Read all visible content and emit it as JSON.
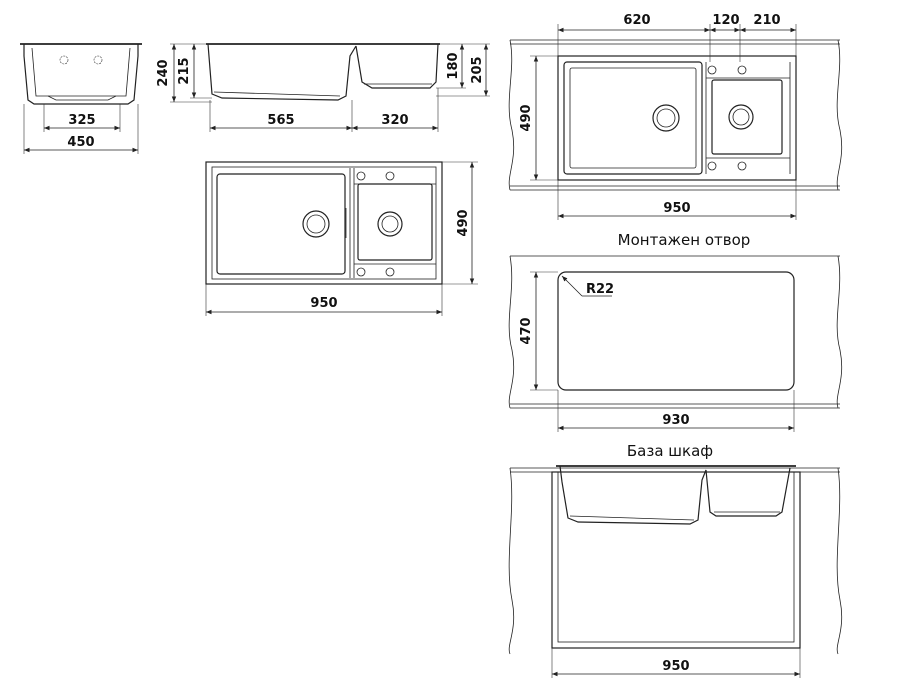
{
  "side_view_small": {
    "width_inner": "325",
    "width_outer": "450"
  },
  "front_view": {
    "h_total_left": "240",
    "h_bowl_left": "215",
    "h_small_right": "180",
    "h_total_right": "205",
    "w_big": "565",
    "w_small": "320"
  },
  "top_view": {
    "width": "950",
    "depth": "490"
  },
  "install_view": {
    "w_big": "620",
    "w_mid": "120",
    "w_small": "210",
    "depth": "490",
    "width": "950"
  },
  "cutout": {
    "caption": "Монтажен отвор",
    "radius": "R22",
    "depth": "470",
    "width": "930"
  },
  "cabinet": {
    "caption": "База шкаф",
    "width": "950"
  }
}
